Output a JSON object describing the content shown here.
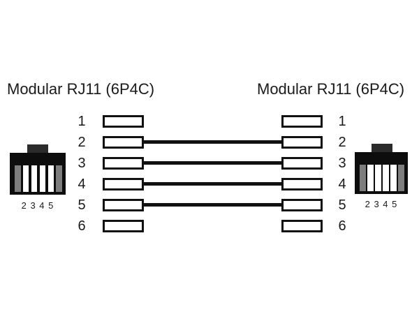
{
  "diagram": {
    "left": {
      "title": "Modular RJ11 (6P4C)",
      "pins_label": "2 3 4 5"
    },
    "right": {
      "title": "Modular RJ11 (6P4C)",
      "pins_label": "2 3 4 5"
    },
    "pins": [
      {
        "number": "1",
        "connected": false
      },
      {
        "number": "2",
        "connected": true
      },
      {
        "number": "3",
        "connected": true
      },
      {
        "number": "4",
        "connected": true
      },
      {
        "number": "5",
        "connected": true
      },
      {
        "number": "6",
        "connected": false
      }
    ],
    "connector_slot_colors": [
      "#7d7d7d",
      "#ffffff",
      "#ffffff",
      "#ffffff",
      "#ffffff",
      "#7d7d7d"
    ],
    "colors": {
      "line": "#111111",
      "connector_body": "#0d0d0d",
      "connector_tab": "#2b2b2b",
      "text": "#1a1a1a",
      "background": "#ffffff"
    }
  }
}
